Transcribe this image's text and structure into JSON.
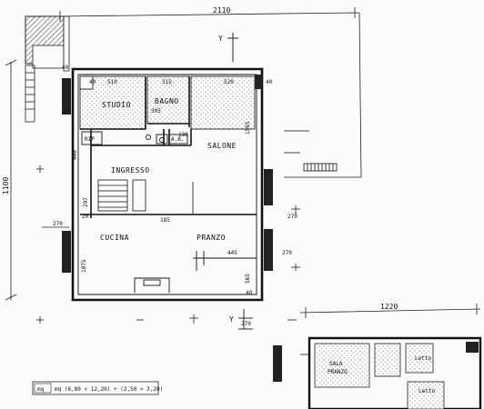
{
  "rooms": {
    "studio": "STUDIO",
    "bagno": "BAGNO",
    "salone": "SALONE",
    "ingresso": "INGRESSO",
    "cucina": "CUCINA",
    "pranzo": "PRANZO",
    "ab": "A.B.",
    "rip": "RIP",
    "letto1": "Letto",
    "letto2": "Letto",
    "sala": "SALA",
    "pranzo2": "PRANZO"
  },
  "dimensions": {
    "top_total": "2110",
    "left_total": "1100",
    "bottom_total": "1220",
    "studio_w": "510",
    "bagno_w": "315",
    "salone_w": "520",
    "d40a": "40",
    "d40b": "40",
    "d40c": "40",
    "d40d": "40",
    "d395": "395",
    "d185": "185",
    "d440": "440",
    "d1565": "1565",
    "d445": "445",
    "d270a": "270",
    "d270b": "270",
    "d270c": "270",
    "d270d": "270",
    "d565": "565",
    "d1075": "1075",
    "d297": "297",
    "d130": "130",
    "d20": "20"
  },
  "markers": {
    "y_top": "Y",
    "y_bottom": "Y"
  },
  "annotation": {
    "prefix": "mq",
    "formula": "mq (6,80 × 12,20) + (2,50 × 3,20)"
  }
}
